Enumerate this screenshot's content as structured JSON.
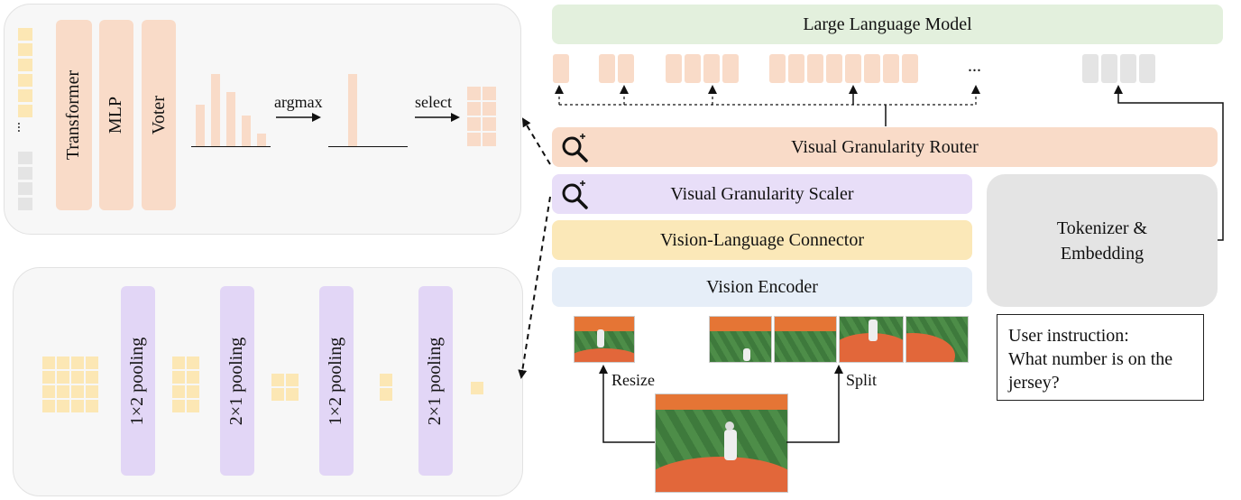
{
  "llm": {
    "label": "Large Language Model",
    "ellipsis": "..."
  },
  "router": {
    "label": "Visual Granularity Router"
  },
  "scaler": {
    "label": "Visual Granularity Scaler"
  },
  "connector": {
    "label": "Vision-Language Connector"
  },
  "encoder": {
    "label": "Vision Encoder"
  },
  "tokenizer": {
    "line1": "Tokenizer &",
    "line2": "Embedding"
  },
  "instruction": {
    "line1": "User instruction:",
    "line2": "What number is on the",
    "line3": "jersey?"
  },
  "image_ops": {
    "resize": "Resize",
    "split": "Split"
  },
  "router_detail": {
    "layers": [
      "Transformer",
      "MLP",
      "Voter"
    ],
    "argmax": "argmax",
    "select": "select",
    "ellipsis": "..."
  },
  "scaler_detail": {
    "pooling": [
      "1×2 pooling",
      "2×1 pooling",
      "1×2 pooling",
      "2×1 pooling"
    ]
  },
  "colors": {
    "orange_block": "#f9dbc8",
    "llm_green": "#e3f0dd",
    "scaler_purple": "#e8def8",
    "pool_purple": "#e2d6f6",
    "connector_yellow": "#fbe8b8",
    "encoder_blue": "#e6eef8",
    "token_yellow": "#fce7b4",
    "gray_block": "#e4e4e4",
    "panel_bg": "#f7f7f7"
  }
}
